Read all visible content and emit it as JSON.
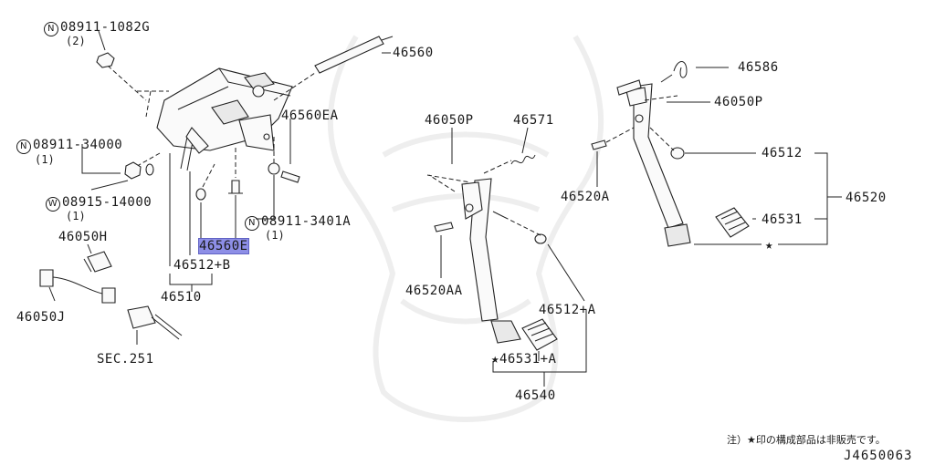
{
  "title": "",
  "colors": {
    "line": "#222222",
    "highlight": "#8d8ee6",
    "background": "#ffffff"
  },
  "labels": {
    "n_08911_1082G": {
      "symbol": "N",
      "code": "08911-1082G",
      "qty": "(2)"
    },
    "p46560": "46560",
    "p46560EA": "46560EA",
    "n_08911_34000": {
      "symbol": "N",
      "code": "08911-34000",
      "qty": "(1)"
    },
    "w_08915_14000": {
      "symbol": "W",
      "code": "08915-14000",
      "qty": "(1)"
    },
    "n_08911_3401A": {
      "symbol": "N",
      "code": "08911-3401A",
      "qty": "(1)"
    },
    "p46560E": "46560E",
    "p46050H": "46050H",
    "p46512B": "46512+B",
    "p46510": "46510",
    "p46050J": "46050J",
    "sec251": "SEC.251",
    "p46050P_mid": "46050P",
    "p46571": "46571",
    "p46520A": "46520A",
    "p46520AA": "46520AA",
    "p46512A": "46512+A",
    "p46531A": "46531+A",
    "p46540": "46540",
    "p46586": "46586",
    "p46050P_right": "46050P",
    "p46512": "46512",
    "p46520": "46520",
    "p46531": "46531"
  },
  "star_symbol": "★",
  "footnote": "注）★印の構成部品は非販売です。",
  "diagram_code": "J4650063"
}
